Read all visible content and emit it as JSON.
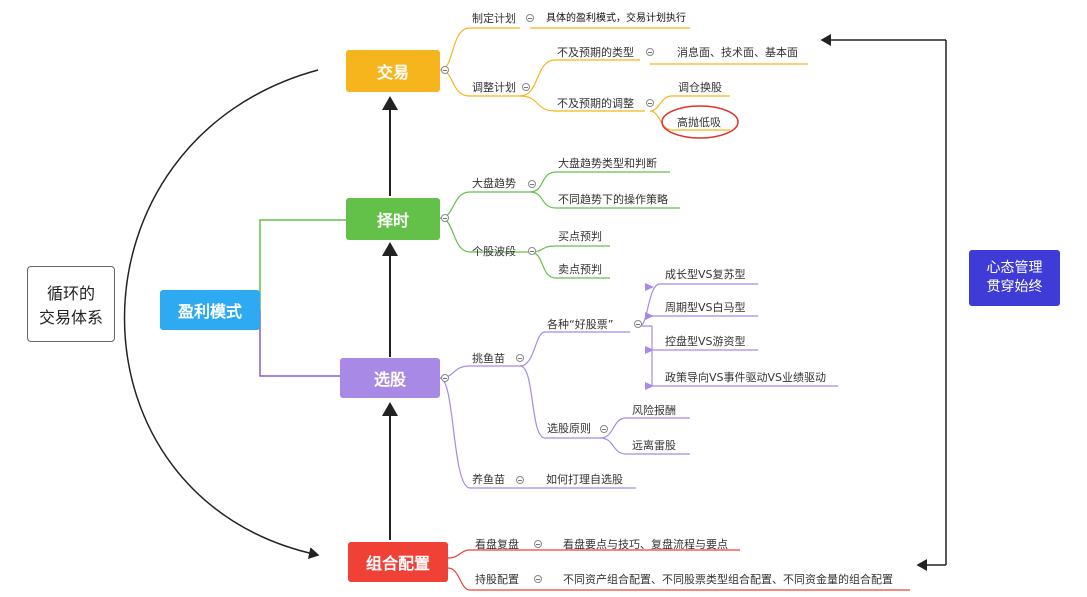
{
  "center": {
    "title": "盈利模式",
    "color": "#2eaaf2"
  },
  "cycle_box": {
    "line1": "循环的",
    "line2": "交易体系"
  },
  "mindset_box": {
    "line1": "心态管理",
    "line2": "贯穿始终",
    "color": "#3f3bd7"
  },
  "nodes": {
    "trade": {
      "label": "交易",
      "color": "#f7b51d"
    },
    "timing": {
      "label": "择时",
      "color": "#63c14a"
    },
    "pick": {
      "label": "选股",
      "color": "#a88ae6"
    },
    "portfolio": {
      "label": "组合配置",
      "color": "#ef4136"
    }
  },
  "trade": {
    "plan": "制定计划",
    "plan_detail": "具体的盈利模式，交易计划执行",
    "adjust": "调整计划",
    "unexpected_type": "不及预期的类型",
    "unexpected_type_detail": "消息面、技术面、基本面",
    "unexpected_adjust": "不及预期的调整",
    "swap": "调仓换股",
    "high_low": "高抛低吸"
  },
  "timing": {
    "market_trend": "大盘趋势",
    "trend_type": "大盘趋势类型和判断",
    "trend_strategy": "不同趋势下的操作策略",
    "stock_swing": "个股波段",
    "buy_point": "买点预判",
    "sell_point": "卖点预判"
  },
  "pick": {
    "select": "挑鱼苗",
    "good_stocks": "各种“好股票”",
    "growth": "成长型VS复苏型",
    "cyclical": "周期型VS白马型",
    "controlled": "控盘型VS游资型",
    "policy": "政策导向VS事件驱动VS业绩驱动",
    "principle": "选股原则",
    "risk": "风险报酬",
    "mine": "远离雷股",
    "raise": "养鱼苗",
    "manage": "如何打理自选股"
  },
  "portfolio": {
    "review": "看盘复盘",
    "review_detail": "看盘要点与技巧、复盘流程与要点",
    "holding": "持股配置",
    "holding_detail": "不同资产组合配置、不同股票类型组合配置、不同资金量的组合配置"
  }
}
